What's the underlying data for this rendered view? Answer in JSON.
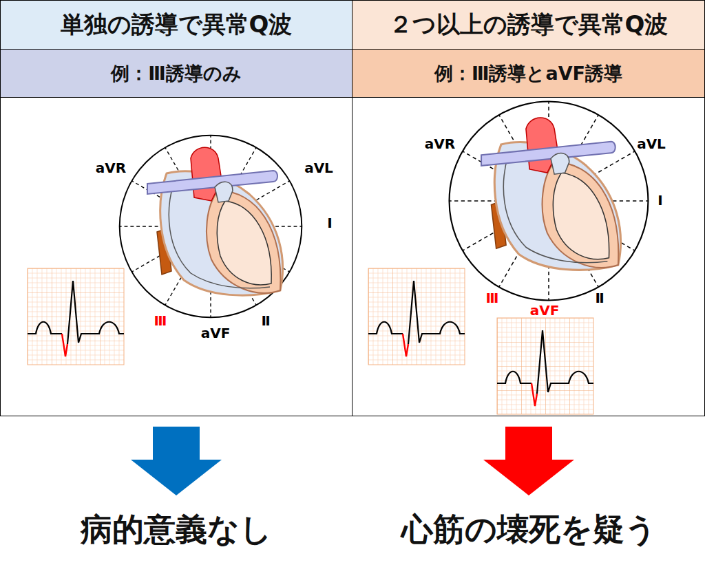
{
  "diagram": {
    "nodes": [
      {
        "text": [
          "単独の誘導で異常Q波"
        ]
      },
      {
        "text": [
          "２つ以上の誘導で異常Q波"
        ]
      },
      {
        "text": [
          "例：Ⅲ誘導のみ"
        ]
      },
      {
        "text": [
          "例：Ⅲ誘導とaVF誘導"
        ]
      },
      {
        "text": [
          "aVR",
          "aVL",
          "Ⅰ",
          "Ⅲ",
          "aVF",
          "Ⅱ"
        ]
      },
      {
        "text": [
          "aVR",
          "aVL",
          "Ⅰ",
          "Ⅲ",
          "Ⅱ",
          "aVF"
        ]
      }
    ],
    "labels": [
      "病的意義なし",
      "心筋の壊死を疑う"
    ]
  }
}
